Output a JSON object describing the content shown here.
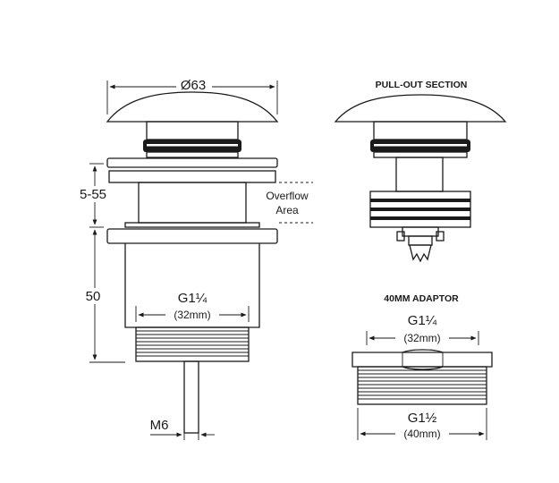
{
  "labels": {
    "diameter": "Ø63",
    "pullout_title": "PULL-OUT SECTION",
    "overflow_line1": "Overflow",
    "overflow_line2": "Area",
    "height_range": "5-55",
    "body_height": "50",
    "thread_main": "G1¼",
    "thread_main_mm": "(32mm)",
    "rod": "M6",
    "adaptor_title": "40MM ADAPTOR",
    "adaptor_top": "G1¼",
    "adaptor_top_mm": "(32mm)",
    "adaptor_bottom": "G1½",
    "adaptor_bottom_mm": "(40mm)"
  }
}
